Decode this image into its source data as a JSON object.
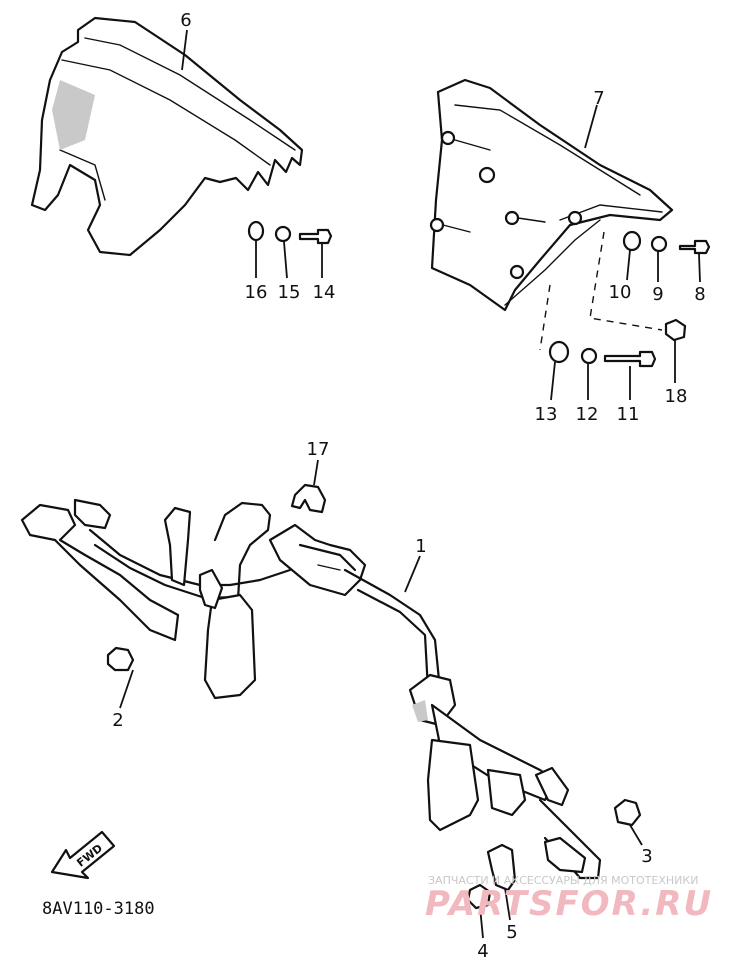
{
  "callouts": {
    "c1": "1",
    "c2": "2",
    "c3": "3",
    "c4": "4",
    "c5": "5",
    "c6": "6",
    "c7": "7",
    "c8": "8",
    "c9": "9",
    "c10": "10",
    "c11": "11",
    "c12": "12",
    "c13": "13",
    "c14": "14",
    "c15": "15",
    "c16": "16",
    "c17": "17",
    "c18": "18"
  },
  "diagram_code": "8AV110-3180",
  "fwd_label": "FWD",
  "watermark": {
    "caption": "ЗАПЧАСТИ И АКСЕССУАРЫ ДЛЯ МОТОТЕХНИКИ",
    "brand": "PARTSFOR.RU"
  }
}
